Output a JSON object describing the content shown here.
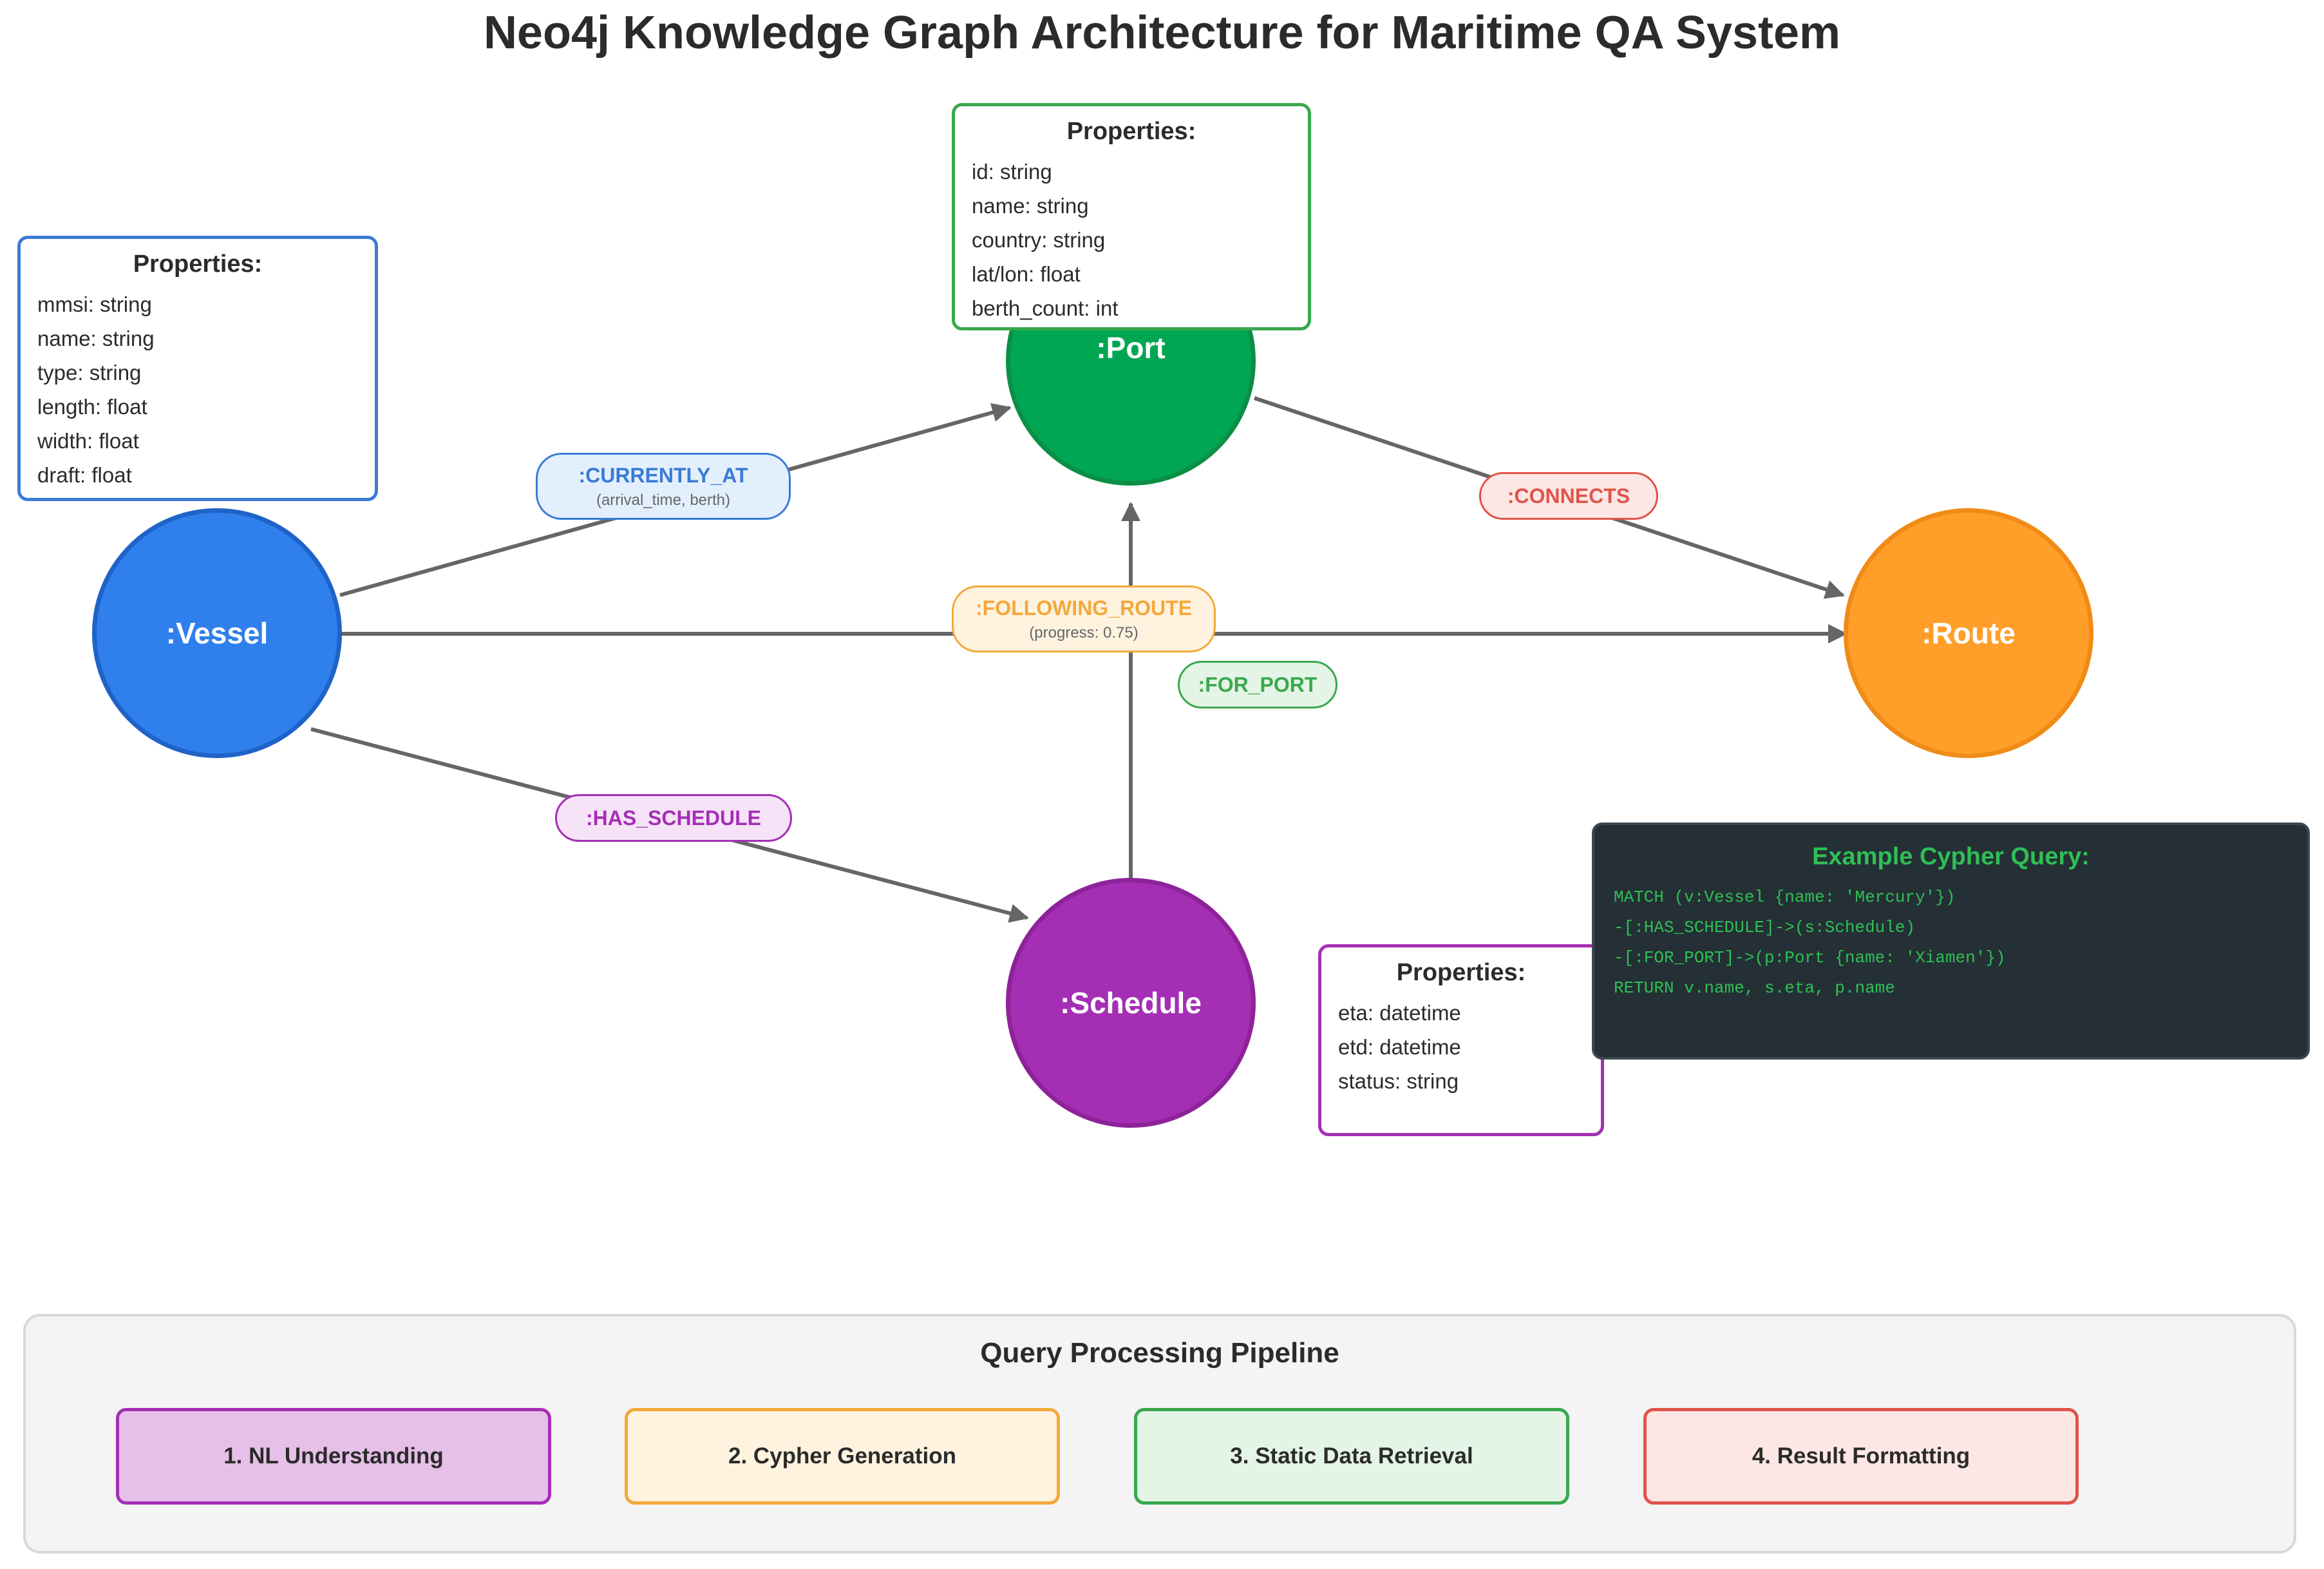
{
  "title": "Neo4j Knowledge Graph Architecture for Maritime QA System",
  "nodes": {
    "vessel": {
      "label": ":Vessel",
      "color": "#2f80ed"
    },
    "port": {
      "label": ":Port",
      "color": "#00a651"
    },
    "route": {
      "label": ":Route",
      "color": "#ff9f2a"
    },
    "schedule": {
      "label": ":Schedule",
      "color": "#a42fb5"
    }
  },
  "properties": {
    "vessel": {
      "heading": "Properties:",
      "items": [
        "mmsi: string",
        "name: string",
        "type: string",
        "length: float",
        "width: float",
        "draft: float"
      ]
    },
    "port": {
      "heading": "Properties:",
      "items": [
        "id: string",
        "name: string",
        "country: string",
        "lat/lon: float",
        "berth_count: int"
      ]
    },
    "schedule": {
      "heading": "Properties:",
      "items": [
        "eta: datetime",
        "etd: datetime",
        "status: string"
      ]
    }
  },
  "relationships": {
    "currently_at": {
      "label": ":CURRENTLY_AT",
      "props": "(arrival_time, berth)",
      "color": "#3a7bd5"
    },
    "connects": {
      "label": ":CONNECTS",
      "color": "#e0544a"
    },
    "following_route": {
      "label": ":FOLLOWING_ROUTE",
      "props": "(progress: 0.75)",
      "color": "#f4a83a"
    },
    "for_port": {
      "label": ":FOR_PORT",
      "color": "#3aa84d"
    },
    "has_schedule": {
      "label": ":HAS_SCHEDULE",
      "color": "#a42fb5"
    }
  },
  "cypher": {
    "heading": "Example Cypher Query:",
    "lines": [
      "MATCH (v:Vessel {name: 'Mercury'})",
      "-[:HAS_SCHEDULE]->(s:Schedule)",
      "-[:FOR_PORT]->(p:Port {name: 'Xiamen'})",
      "RETURN v.name, s.eta, p.name"
    ]
  },
  "pipeline": {
    "title": "Query Processing Pipeline",
    "steps": [
      {
        "label": "1. NL Understanding",
        "border": "#a42fb5",
        "fill": "#e6c0e8"
      },
      {
        "label": "2. Cypher Generation",
        "border": "#f4a83a",
        "fill": "#fff3e0"
      },
      {
        "label": "3. Static Data Retrieval",
        "border": "#3aa84d",
        "fill": "#e4f4e6"
      },
      {
        "label": "4. Result Formatting",
        "border": "#e0544a",
        "fill": "#fde7e5"
      }
    ]
  }
}
